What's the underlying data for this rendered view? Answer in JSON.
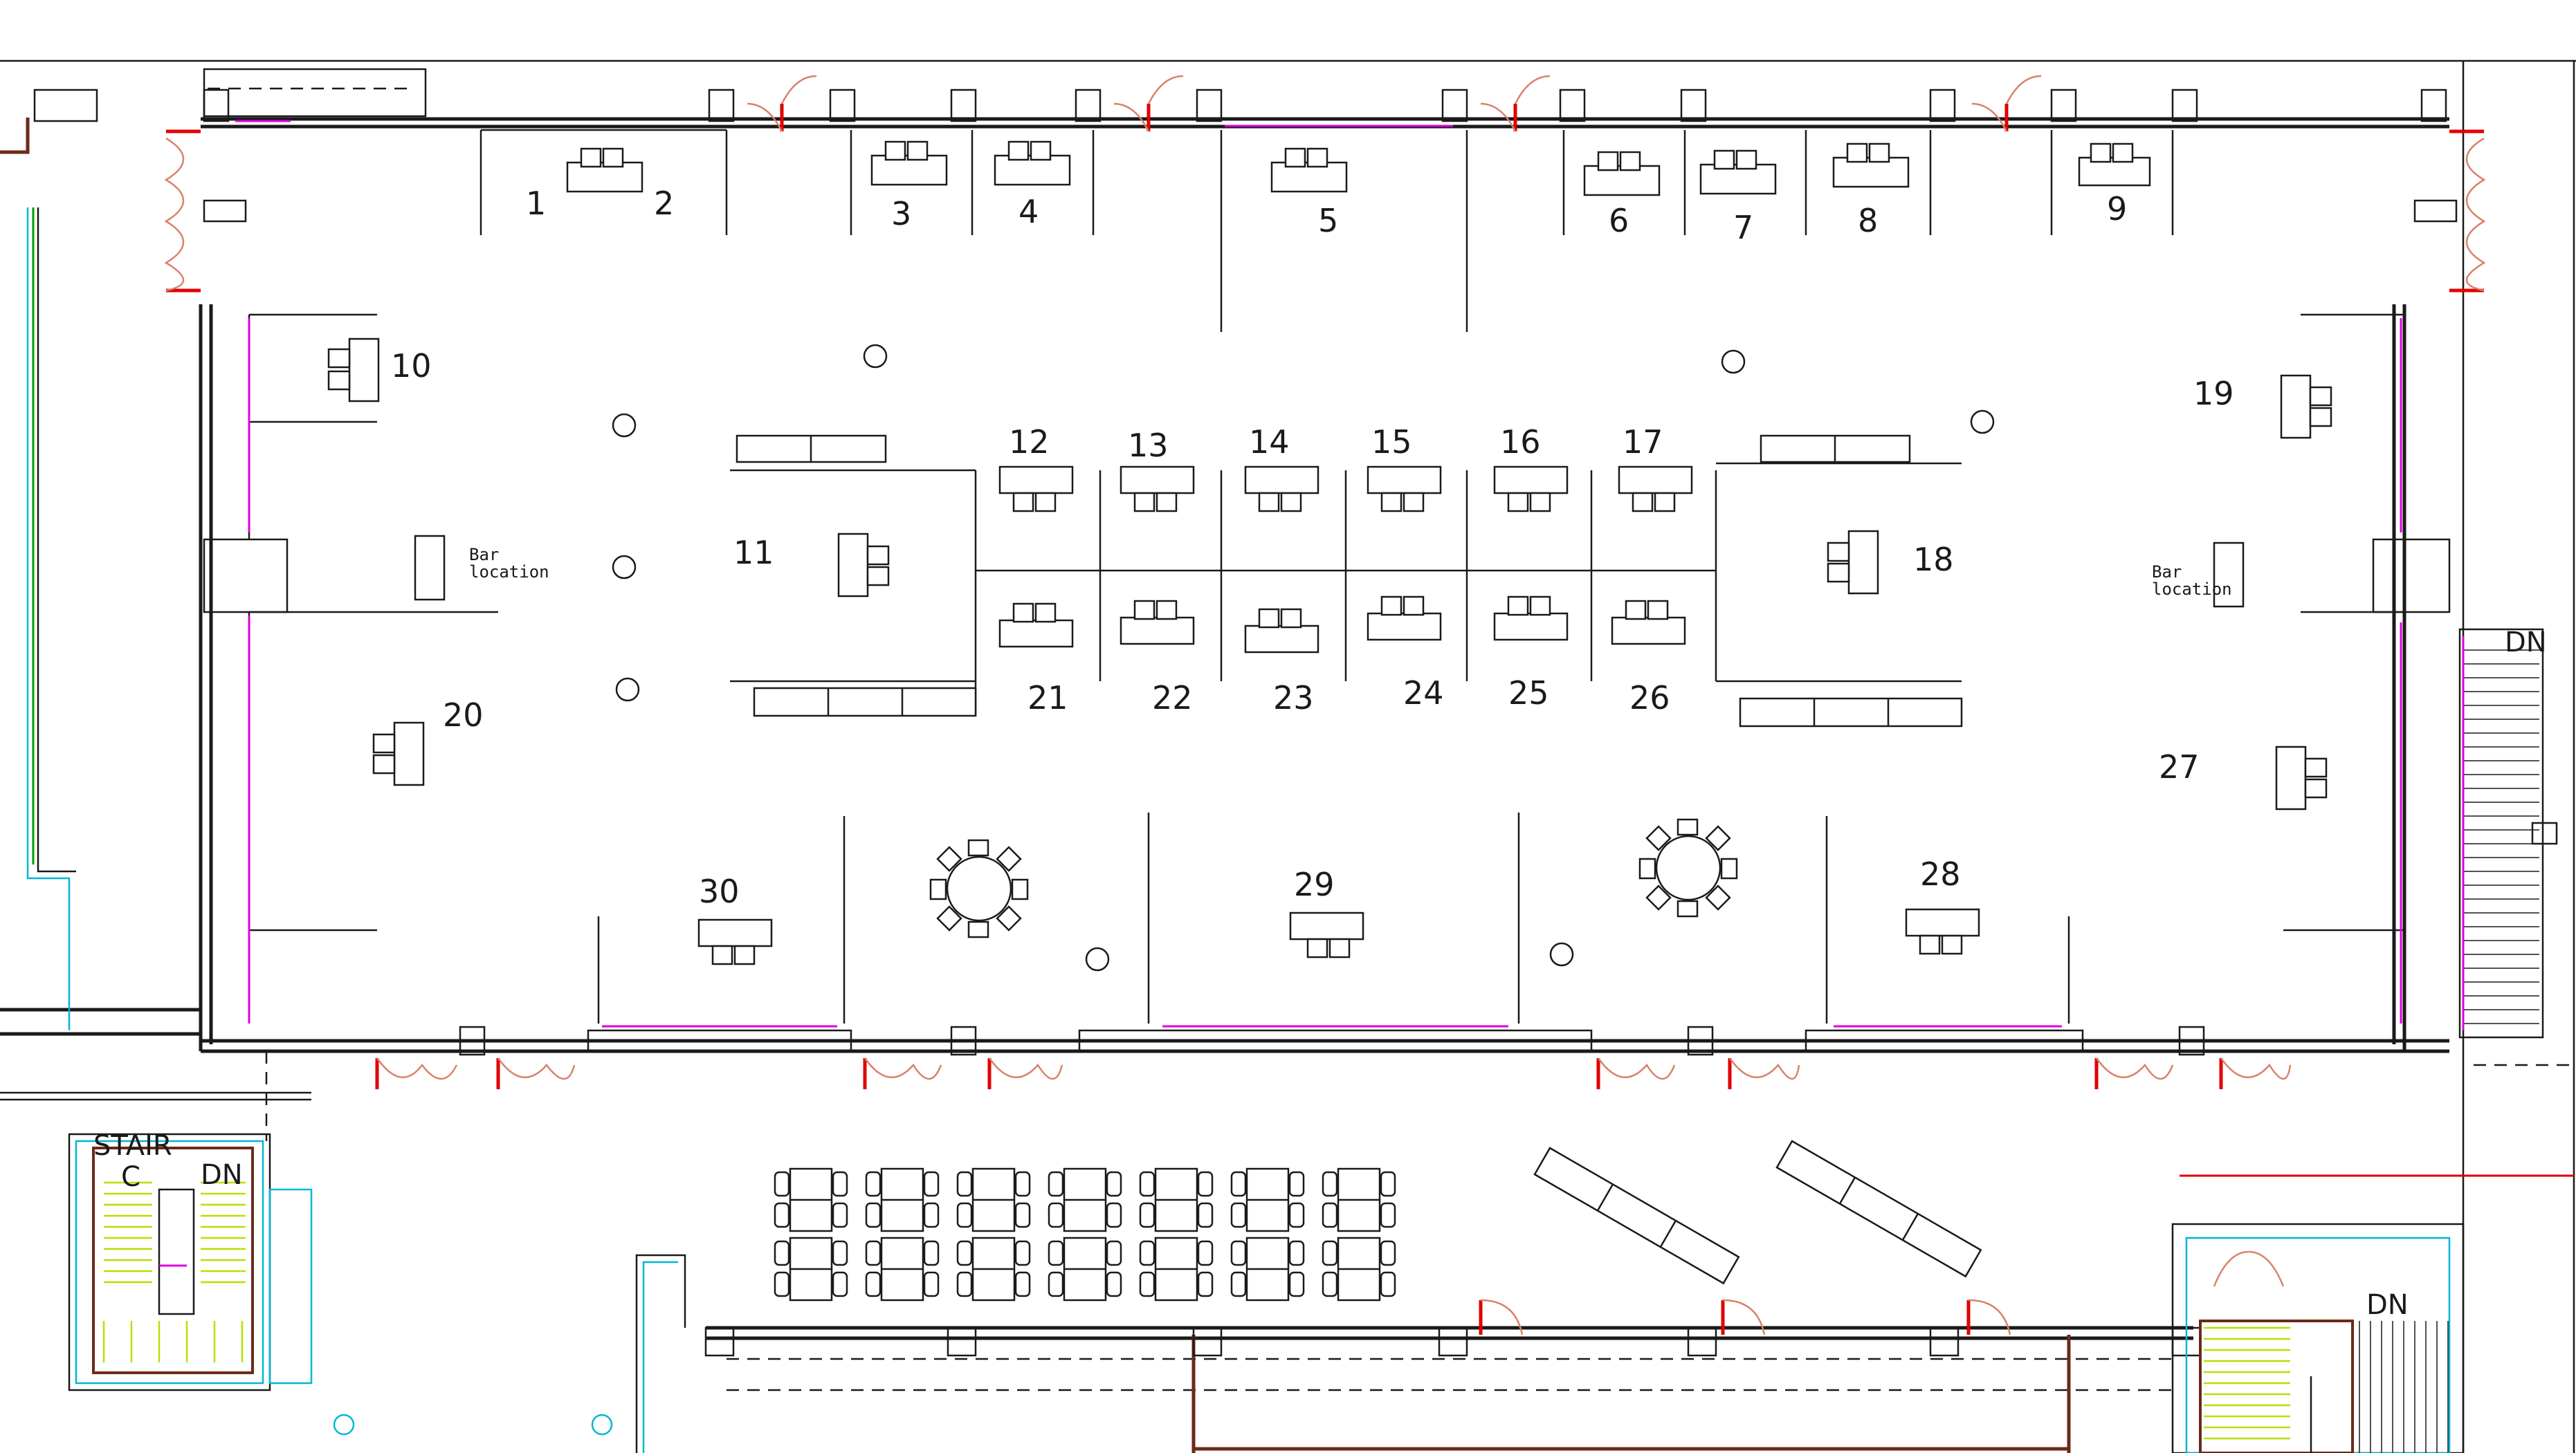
{
  "booths": [
    {
      "label": "1"
    },
    {
      "label": "2"
    },
    {
      "label": "3"
    },
    {
      "label": "4"
    },
    {
      "label": "5"
    },
    {
      "label": "6"
    },
    {
      "label": "7"
    },
    {
      "label": "8"
    },
    {
      "label": "9"
    },
    {
      "label": "10"
    },
    {
      "label": "11"
    },
    {
      "label": "12"
    },
    {
      "label": "13"
    },
    {
      "label": "14"
    },
    {
      "label": "15"
    },
    {
      "label": "16"
    },
    {
      "label": "17"
    },
    {
      "label": "18"
    },
    {
      "label": "19"
    },
    {
      "label": "20"
    },
    {
      "label": "21"
    },
    {
      "label": "22"
    },
    {
      "label": "23"
    },
    {
      "label": "24"
    },
    {
      "label": "25"
    },
    {
      "label": "26"
    },
    {
      "label": "27"
    },
    {
      "label": "28"
    },
    {
      "label": "29"
    },
    {
      "label": "30"
    }
  ],
  "bar_labels": [
    {
      "line1": "Bar",
      "line2": "location"
    },
    {
      "line1": "Bar",
      "line2": "location"
    }
  ],
  "stairs": {
    "stair_label": "STAIR",
    "stair_letter": "C",
    "down_labels": [
      "DN",
      "DN",
      "DN"
    ]
  },
  "colors": {
    "walls": "#1a1a1a",
    "door_swings": "#d9826b",
    "door_marks": "#e00000",
    "outlets": "#e000e0",
    "mechanical": "#00b8d4",
    "stair_treads": "#b8e000",
    "railing": "#6b2a1a"
  }
}
